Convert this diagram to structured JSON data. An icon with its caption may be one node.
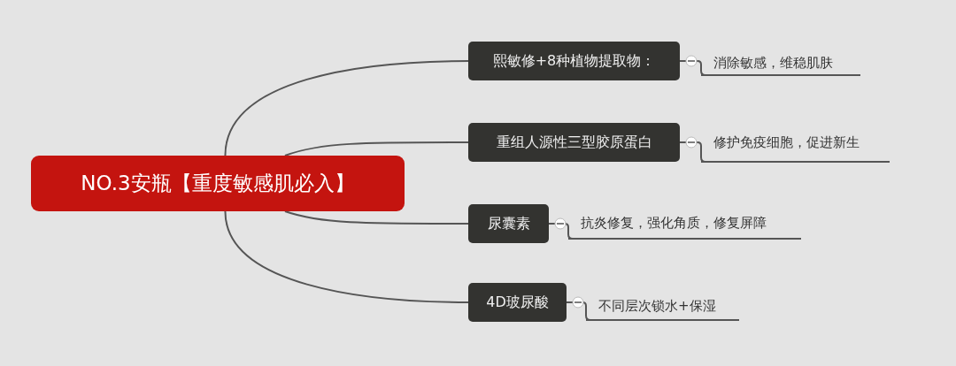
{
  "diagram": {
    "nodes": [
      {
        "text": [
          "NO.3安瓶【重度敏感肌必入】"
        ]
      },
      {
        "text": [
          "熙敏修+8种植物提取物："
        ]
      },
      {
        "text": [
          "重组人源性三型胶原蛋白"
        ]
      },
      {
        "text": [
          "尿囊素"
        ]
      },
      {
        "text": [
          "4D玻尿酸"
        ]
      },
      {
        "text": [
          "消除敏感，维稳肌肤"
        ]
      },
      {
        "text": [
          "修护免疫细胞，促进新生"
        ]
      },
      {
        "text": [
          "抗炎修复，强化角质，修复屏障"
        ]
      },
      {
        "text": [
          "不同层次锁水+保湿"
        ]
      }
    ],
    "edges": [
      {
        "from": 0,
        "to": 1,
        "arrow": "none"
      },
      {
        "from": 0,
        "to": 2,
        "arrow": "none"
      },
      {
        "from": 0,
        "to": 3,
        "arrow": "none"
      },
      {
        "from": 0,
        "to": 4,
        "arrow": "none"
      },
      {
        "from": 1,
        "to": 5,
        "arrow": "none"
      },
      {
        "from": 2,
        "to": 6,
        "arrow": "none"
      },
      {
        "from": 3,
        "to": 7,
        "arrow": "none"
      },
      {
        "from": 4,
        "to": 8,
        "arrow": "none"
      }
    ]
  }
}
